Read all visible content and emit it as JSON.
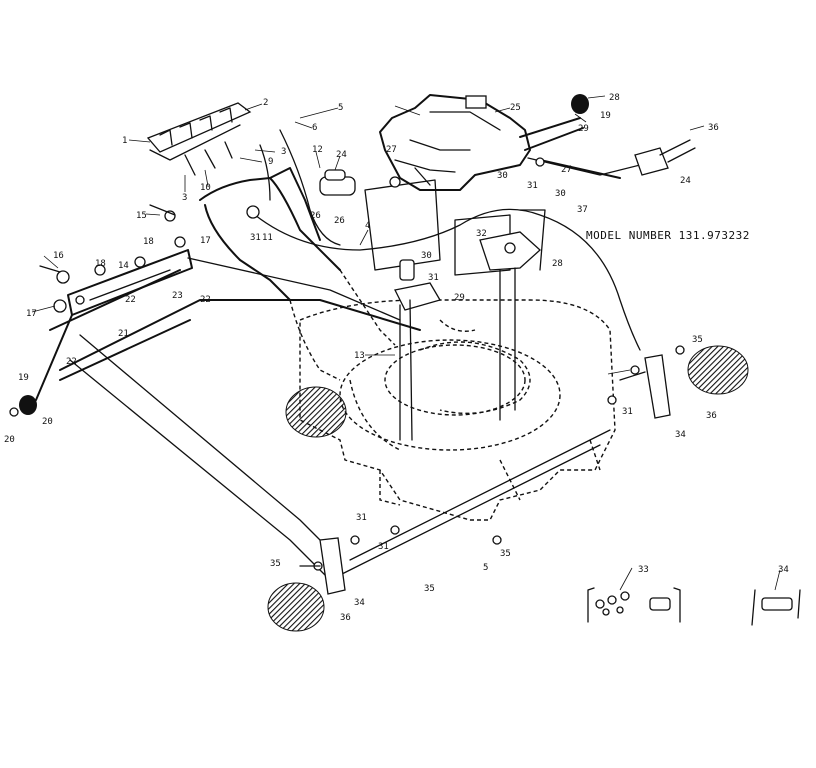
{
  "model": {
    "text": "MODEL NUMBER 131.973232"
  },
  "callouts": [
    {
      "id": "c1",
      "label": "1"
    },
    {
      "id": "c2",
      "label": "2"
    },
    {
      "id": "c3a",
      "label": "3"
    },
    {
      "id": "c3b",
      "label": "3"
    },
    {
      "id": "c4",
      "label": "4"
    },
    {
      "id": "c5a",
      "label": "5"
    },
    {
      "id": "c6",
      "label": "6"
    },
    {
      "id": "c9",
      "label": "9"
    },
    {
      "id": "c10",
      "label": "10"
    },
    {
      "id": "c11",
      "label": "11"
    },
    {
      "id": "c12",
      "label": "12"
    },
    {
      "id": "c13",
      "label": "13"
    },
    {
      "id": "c14",
      "label": "14"
    },
    {
      "id": "c15",
      "label": "15"
    },
    {
      "id": "c16",
      "label": "16"
    },
    {
      "id": "c17a",
      "label": "17"
    },
    {
      "id": "c17b",
      "label": "17"
    },
    {
      "id": "c18a",
      "label": "18"
    },
    {
      "id": "c18b",
      "label": "18"
    },
    {
      "id": "c19a",
      "label": "19"
    },
    {
      "id": "c19b",
      "label": "19"
    },
    {
      "id": "c20a",
      "label": "20"
    },
    {
      "id": "c20b",
      "label": "20"
    },
    {
      "id": "c21",
      "label": "21"
    },
    {
      "id": "c22a",
      "label": "22"
    },
    {
      "id": "c22b",
      "label": "22"
    },
    {
      "id": "c22c",
      "label": "22"
    },
    {
      "id": "c23",
      "label": "23"
    },
    {
      "id": "c24a",
      "label": "24"
    },
    {
      "id": "c24b",
      "label": "24"
    },
    {
      "id": "c25",
      "label": "25"
    },
    {
      "id": "c26a",
      "label": "26"
    },
    {
      "id": "c26b",
      "label": "26"
    },
    {
      "id": "c27a",
      "label": "27"
    },
    {
      "id": "c27b",
      "label": "27"
    },
    {
      "id": "c28a",
      "label": "28"
    },
    {
      "id": "c28b",
      "label": "28"
    },
    {
      "id": "c29a",
      "label": "29"
    },
    {
      "id": "c29b",
      "label": "29"
    },
    {
      "id": "c30a",
      "label": "30"
    },
    {
      "id": "c30b",
      "label": "30"
    },
    {
      "id": "c30c",
      "label": "30"
    },
    {
      "id": "c31a",
      "label": "31"
    },
    {
      "id": "c31b",
      "label": "31"
    },
    {
      "id": "c31c",
      "label": "31"
    },
    {
      "id": "c31d",
      "label": "31"
    },
    {
      "id": "c31e",
      "label": "31"
    },
    {
      "id": "c31f",
      "label": "31"
    },
    {
      "id": "c32",
      "label": "32"
    },
    {
      "id": "c33",
      "label": "33"
    },
    {
      "id": "c34a",
      "label": "34"
    },
    {
      "id": "c34b",
      "label": "34"
    },
    {
      "id": "c34c",
      "label": "34"
    },
    {
      "id": "c35a",
      "label": "35"
    },
    {
      "id": "c35b",
      "label": "35"
    },
    {
      "id": "c35c",
      "label": "35"
    },
    {
      "id": "c36a",
      "label": "36"
    },
    {
      "id": "c36b",
      "label": "36"
    },
    {
      "id": "c36c",
      "label": "36"
    },
    {
      "id": "c37",
      "label": "37"
    },
    {
      "id": "c5b",
      "label": "5"
    },
    {
      "id": "c35d",
      "label": "35"
    }
  ]
}
